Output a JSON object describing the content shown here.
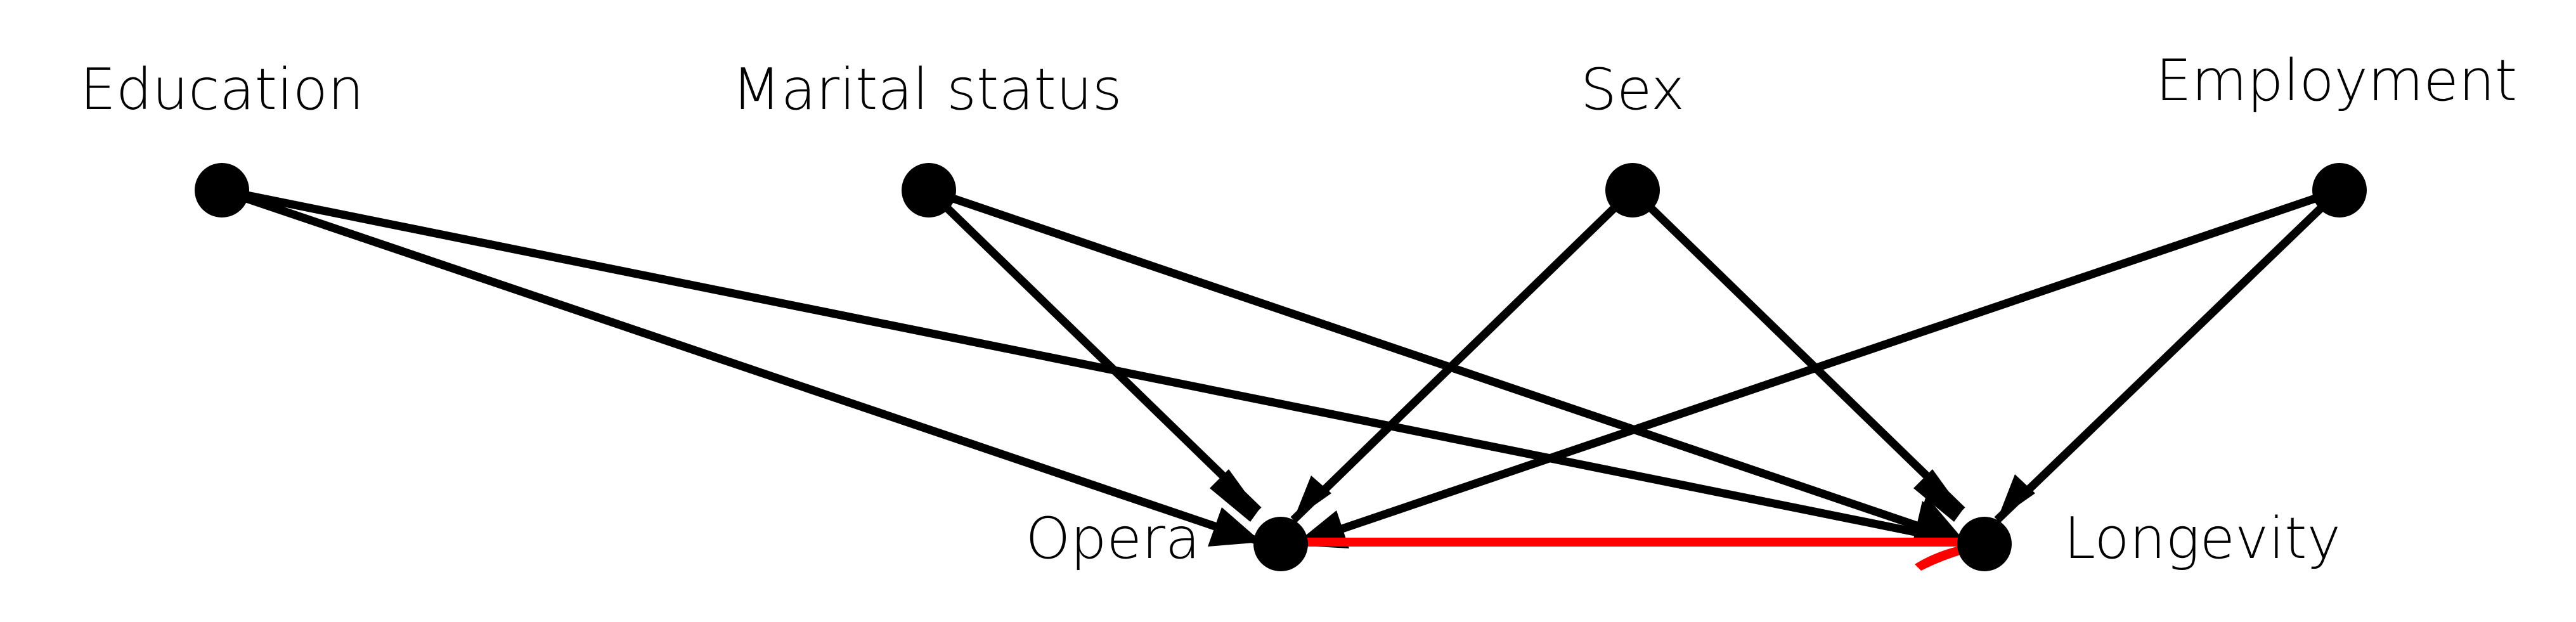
{
  "diagram": {
    "type": "directed-acyclic-graph",
    "nodes": {
      "education": {
        "label": "Education"
      },
      "marital": {
        "label": "Marital status"
      },
      "sex": {
        "label": "Sex"
      },
      "employment": {
        "label": "Employment"
      },
      "opera": {
        "label": "Opera"
      },
      "longevity": {
        "label": "Longevity"
      }
    },
    "edges": [
      {
        "from": "Education",
        "to": "Opera",
        "color": "#000000"
      },
      {
        "from": "Education",
        "to": "Longevity",
        "color": "#000000"
      },
      {
        "from": "Marital status",
        "to": "Opera",
        "color": "#000000"
      },
      {
        "from": "Marital status",
        "to": "Longevity",
        "color": "#000000"
      },
      {
        "from": "Sex",
        "to": "Opera",
        "color": "#000000"
      },
      {
        "from": "Sex",
        "to": "Longevity",
        "color": "#000000"
      },
      {
        "from": "Employment",
        "to": "Opera",
        "color": "#000000"
      },
      {
        "from": "Employment",
        "to": "Longevity",
        "color": "#000000"
      },
      {
        "from": "Opera",
        "to": "Longevity",
        "color": "#ff0000",
        "highlighted": true
      }
    ],
    "colors": {
      "node": "#000000",
      "edge": "#000000",
      "highlight": "#ff0000"
    }
  }
}
